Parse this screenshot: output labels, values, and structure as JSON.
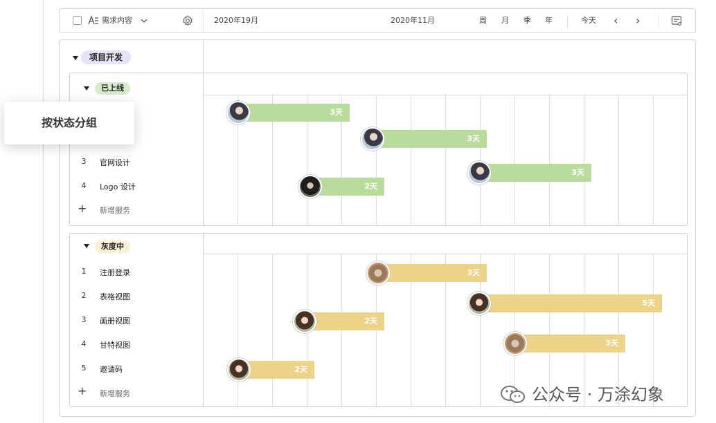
{
  "toolbar": {
    "field_label": "需求内容",
    "month_1": "2020年19月",
    "month_2": "2020年11月",
    "views": [
      "周",
      "月",
      "季",
      "年"
    ],
    "today": "今天",
    "prev": "‹",
    "next": "›"
  },
  "project": {
    "name": "项目开发",
    "color": "#e6e2f8"
  },
  "tooltip": "按状态分组",
  "groups": [
    {
      "status": "已上线",
      "tag_color": "#d6ebcc",
      "bar_color": "#b9dc9c",
      "rows": [
        {
          "num": "3",
          "name": "官网设计"
        },
        {
          "num": "4",
          "name": "Logo 设计"
        }
      ],
      "add_label": "新增服务",
      "bars": [
        {
          "label": "3天",
          "duration_days": 3
        },
        {
          "label": "3天",
          "duration_days": 3
        },
        {
          "label": "3天",
          "duration_days": 3
        },
        {
          "label": "2天",
          "duration_days": 2
        }
      ]
    },
    {
      "status": "灰度中",
      "tag_color": "#faf0d4",
      "bar_color": "#ecd388",
      "rows": [
        {
          "num": "1",
          "name": "注册登录"
        },
        {
          "num": "2",
          "name": "表格视图"
        },
        {
          "num": "3",
          "name": "画册视图"
        },
        {
          "num": "4",
          "name": "甘特视图"
        },
        {
          "num": "5",
          "name": "邀请码"
        }
      ],
      "add_label": "新增服务",
      "bars": [
        {
          "label": "3天",
          "duration_days": 3
        },
        {
          "label": "5天",
          "duration_days": 5
        },
        {
          "label": "2天",
          "duration_days": 2
        },
        {
          "label": "3天",
          "duration_days": 3
        },
        {
          "label": "2天",
          "duration_days": 2
        }
      ]
    }
  ],
  "watermark": "公众号 · 万涂幻象"
}
